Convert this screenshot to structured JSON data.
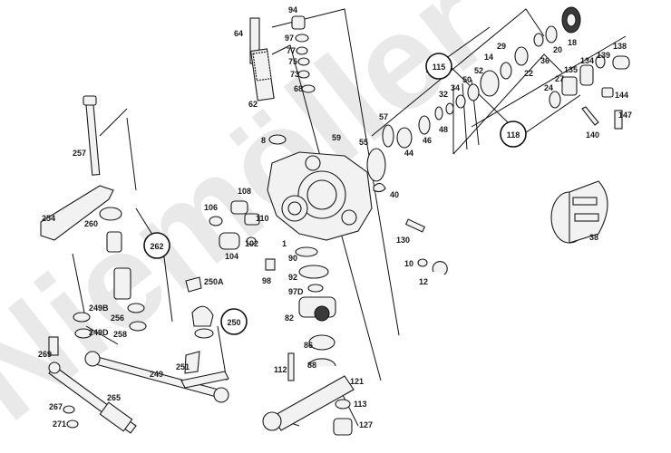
{
  "diagram": {
    "watermark": "Niemöller",
    "group_callouts": [
      "115",
      "118",
      "262",
      "250"
    ],
    "part_labels": {
      "p94": "94",
      "p64": "64",
      "p97": "97",
      "p77": "77",
      "p75": "75",
      "p73": "73",
      "p68": "68",
      "p62": "62",
      "p8": "8",
      "p59": "59",
      "p55": "55",
      "p57": "57",
      "p44": "44",
      "p46": "46",
      "p48": "48",
      "p32": "32",
      "p34": "34",
      "p50": "50",
      "p52": "52",
      "p14": "14",
      "p29": "29",
      "p22": "22",
      "p36": "36",
      "p20": "20",
      "p18": "18",
      "p138": "138",
      "p134": "134",
      "p139": "139",
      "p135": "135",
      "p27": "27",
      "p24": "24",
      "p144": "144",
      "p147": "147",
      "p140": "140",
      "p40": "40",
      "p38": "38",
      "p257": "257",
      "p254": "254",
      "p260": "260",
      "p106": "106",
      "p108": "108",
      "p110": "110",
      "p104": "104",
      "p102": "102",
      "p1": "1",
      "p98": "98",
      "p90": "90",
      "p92": "92",
      "p97D": "97D",
      "p82": "82",
      "p86": "86",
      "p88": "88",
      "p112": "112",
      "p121": "121",
      "p113": "113",
      "p127": "127",
      "p130": "130",
      "p10": "10",
      "p12": "12",
      "p250A": "250A",
      "p249B": "249B",
      "p256": "256",
      "p249D": "249D",
      "p258": "258",
      "p269": "269",
      "p251": "251",
      "p249": "249",
      "p265": "265",
      "p267": "267",
      "p271": "271"
    }
  }
}
